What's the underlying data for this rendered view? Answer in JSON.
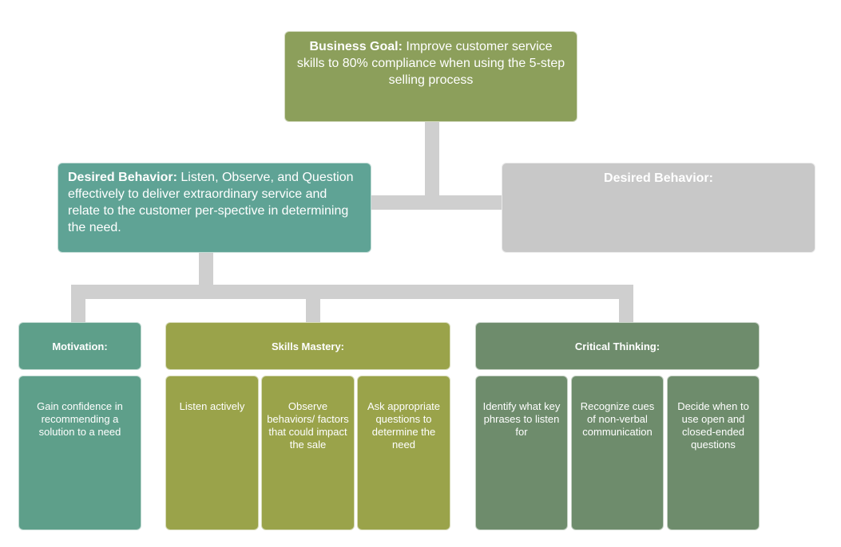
{
  "goal": {
    "label": "Business Goal:",
    "text": " Improve customer service skills to 80% compliance when using the 5-step selling process"
  },
  "behaviors": [
    {
      "label": "Desired Behavior:",
      "text": " Listen, Observe, and Question effectively to deliver extraordinary service and relate to the customer per-spective in determining the need."
    },
    {
      "label": "Desired Behavior:",
      "text": ""
    }
  ],
  "categories": [
    {
      "label": "Motivation:",
      "items": [
        "Gain confidence in recommending a solution to a need"
      ]
    },
    {
      "label": "Skills Mastery:",
      "items": [
        "Listen actively",
        "Observe behaviors/ factors that could impact the sale",
        "Ask appropriate questions to determine the need"
      ]
    },
    {
      "label": "Critical Thinking:",
      "items": [
        "Identify what key phrases to listen for",
        "Recognize cues of non-verbal communication",
        "Decide when to use open and closed-ended questions"
      ]
    }
  ],
  "colors": {
    "goal": "#8c9f5b",
    "behavior_main": "#5fa395",
    "behavior_empty": "#c8c8c8",
    "motivation": "#5e9f8a",
    "skills": "#9aa34a",
    "critical": "#6e8c6c",
    "connector": "#cfcfcf"
  }
}
